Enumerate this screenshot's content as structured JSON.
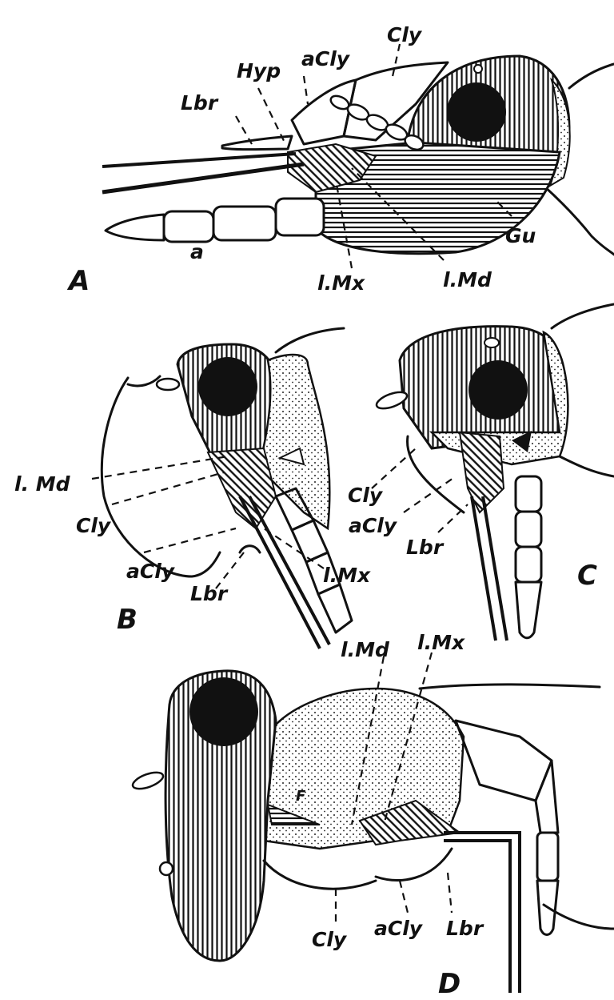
{
  "figure": {
    "panels": {
      "A": "A",
      "B": "B",
      "C": "C",
      "D": "D"
    },
    "labels": {
      "A": {
        "cly": "Cly",
        "hyp": "Hyp",
        "acly": "aCly",
        "lbr": "Lbr",
        "a": "a",
        "gu": "Gu",
        "lmx": "l.Mx",
        "lmd": "l.Md"
      },
      "B": {
        "lmd": "l. Md",
        "cly": "Cly",
        "acly": "aCly",
        "lbr": "Lbr",
        "lmx": "l.Mx"
      },
      "C": {
        "cly": "Cly",
        "acly": "aCly",
        "lbr": "Lbr"
      },
      "D": {
        "lmd": "l.Md",
        "lmx": "l.Mx",
        "cly": "Cly",
        "acly": "aCly",
        "lbr": "Lbr",
        "f": "F"
      }
    }
  }
}
